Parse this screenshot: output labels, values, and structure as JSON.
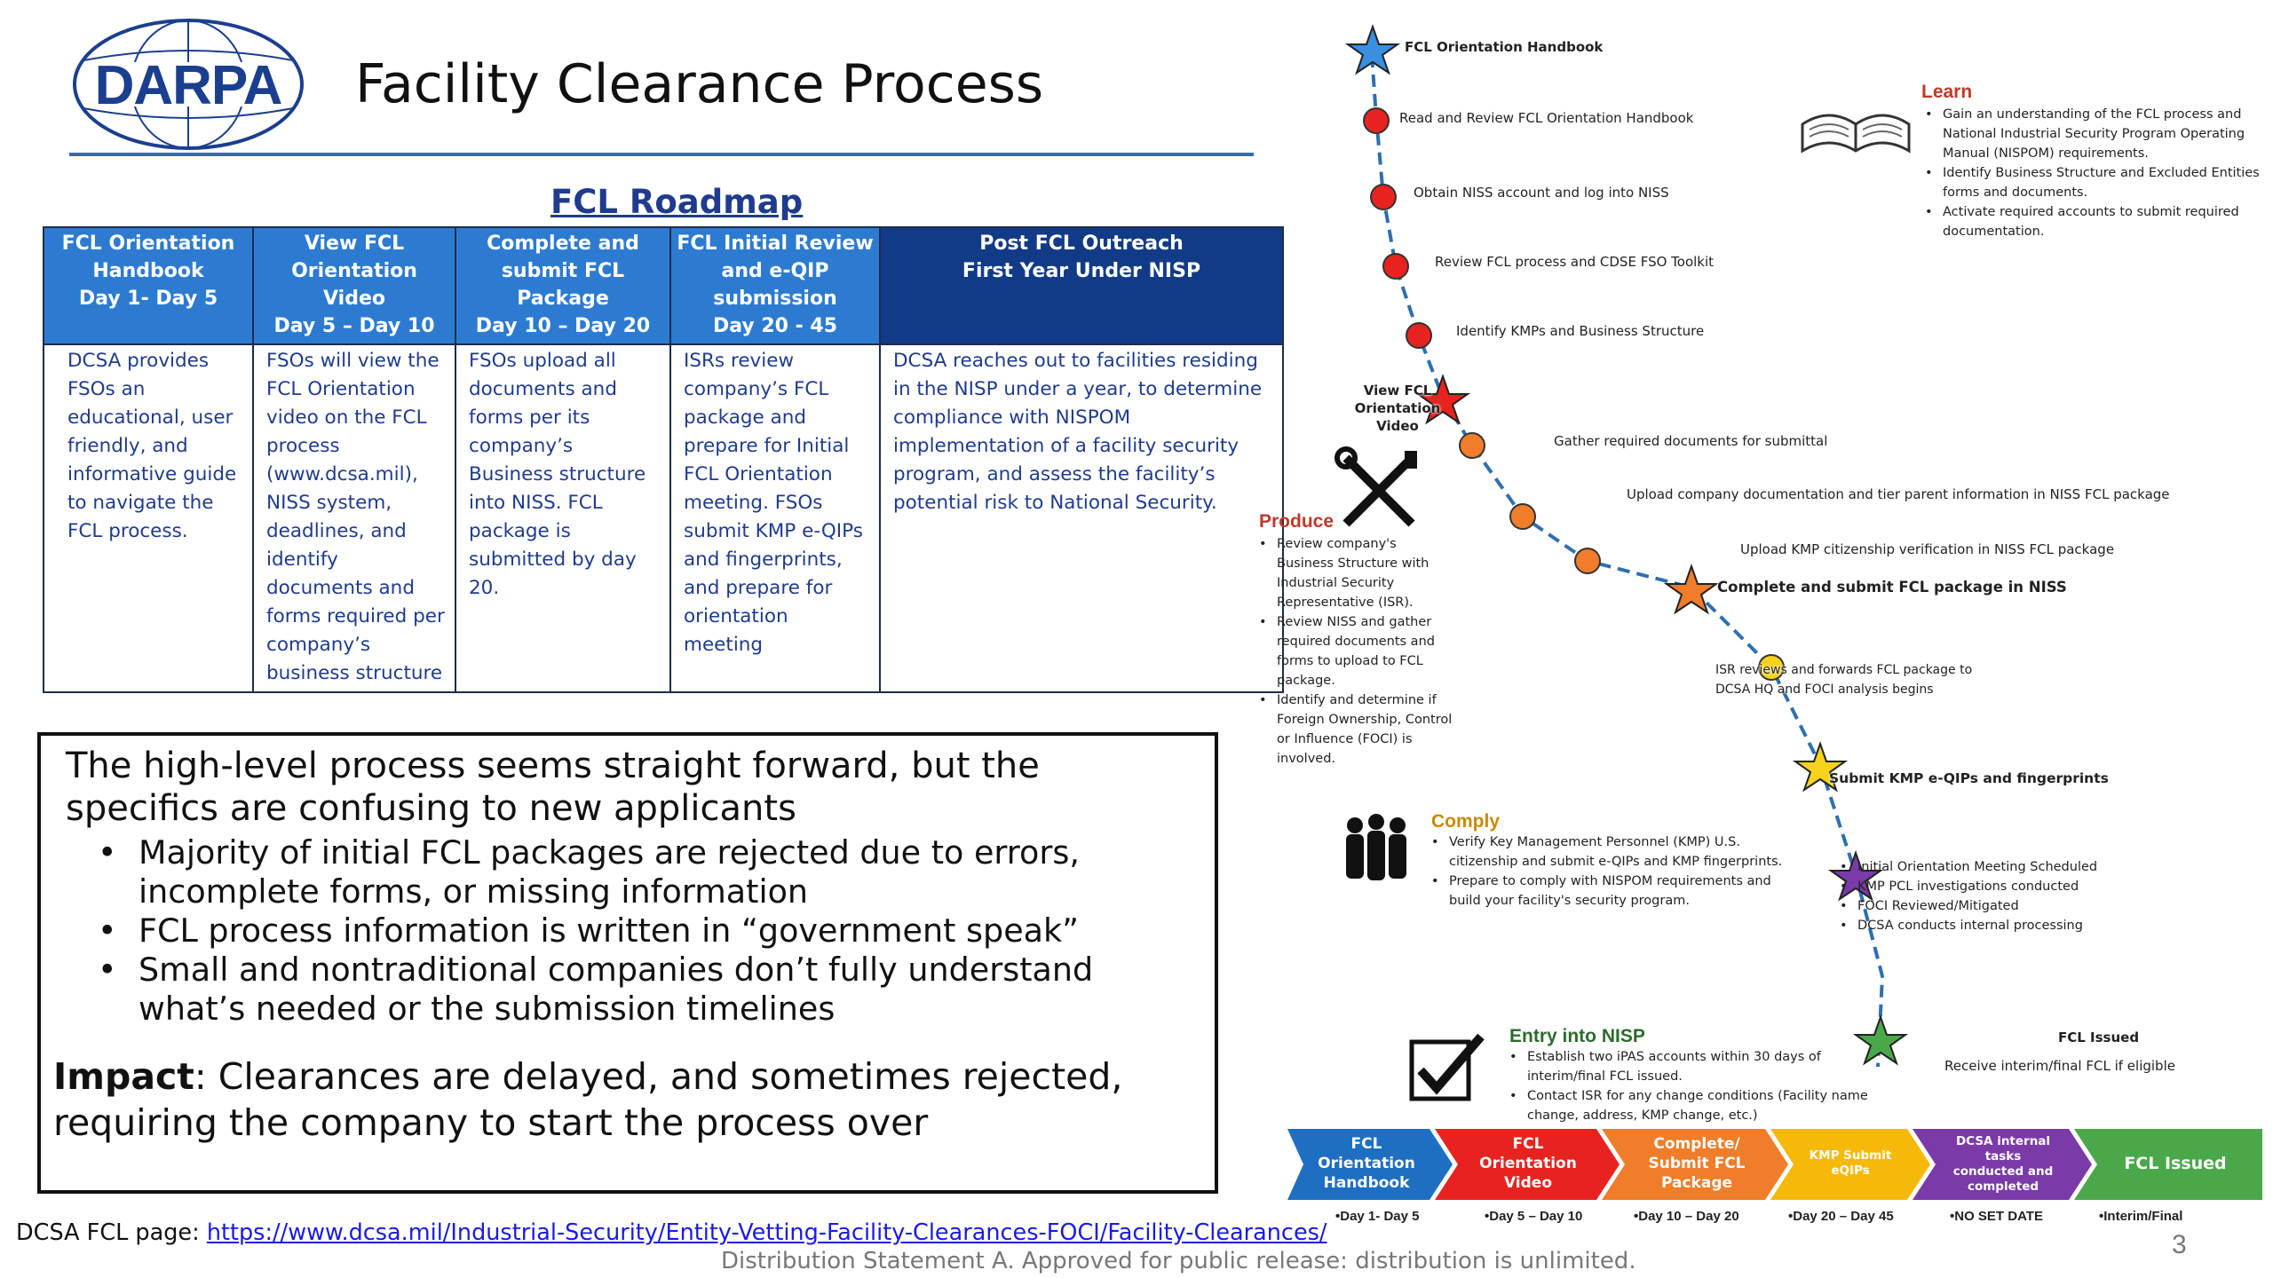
{
  "header": {
    "logo_text": "DARPA",
    "title": "Facility Clearance Process"
  },
  "roadmap": {
    "title": "FCL Roadmap",
    "columns": [
      {
        "header": [
          "FCL Orientation",
          "Handbook",
          "Day 1- Day 5"
        ],
        "body": "DCSA provides FSOs an educational, user friendly, and informative guide to navigate the FCL process."
      },
      {
        "header": [
          "View FCL",
          "Orientation",
          "Video",
          "Day 5 – Day 10"
        ],
        "body": "FSOs will view the FCL Orientation video on the FCL process (www.dcsa.mil), NISS system, deadlines, and identify documents and forms required per company’s business structure"
      },
      {
        "header": [
          "Complete and",
          "submit FCL",
          "Package",
          "Day 10 – Day 20"
        ],
        "body": "FSOs upload all documents and forms per its company’s Business structure into NISS. FCL package is submitted by day 20."
      },
      {
        "header": [
          "FCL Initial Review",
          "and e-QIP",
          "submission",
          "Day 20 - 45"
        ],
        "body": "ISRs review company’s FCL package and prepare for Initial FCL Orientation meeting. FSOs submit KMP e-QIPs and fingerprints, and prepare for orientation meeting"
      },
      {
        "header": [
          "Post FCL Outreach",
          "First Year Under NISP"
        ],
        "body": "DCSA reaches out to facilities residing in the NISP under a year, to determine compliance with NISPOM implementation of a facility security program, and assess the facility’s potential risk to National Security."
      }
    ]
  },
  "callout": {
    "lead": "The high-level process seems straight forward, but the specifics are confusing to new applicants",
    "bullets": [
      "Majority of initial FCL packages are rejected due to errors, incomplete forms, or missing information",
      "FCL process information is written in “government speak”",
      "Small and nontraditional companies don’t fully understand what’s needed or the submission timelines"
    ],
    "impact_label": "Impact",
    "impact_text": ": Clearances are delayed, and sometimes rejected, requiring the company to start the process over"
  },
  "footer": {
    "source_label": "DCSA FCL page: ",
    "source_link": "https://www.dcsa.mil/Industrial-Security/Entity-Vetting-Facility-Clearances-FOCI/Facility-Clearances/",
    "distribution": "Distribution Statement A.  Approved for public release: distribution is unlimited.",
    "page_number": "3"
  },
  "graphic": {
    "labels": {
      "fcl_orientation_handbook": "FCL Orientation Handbook",
      "read_review": "Read and Review FCL Orientation Handbook",
      "obtain_niss": "Obtain NISS account and log into NISS",
      "review_fcl": "Review FCL process and CDSE FSO Toolkit",
      "identify_kmps": "Identify KMPs and Business Structure",
      "view_fcl_video": "View FCL Orientation Video",
      "gather_docs": "Gather required documents for submittal",
      "upload_docs": "Upload company documentation and tier parent information in NISS FCL package",
      "upload_kmp": "Upload KMP citizenship verification in NISS FCL package",
      "complete_submit": "Complete and submit FCL package in NISS",
      "isr_reviews": "ISR reviews and forwards FCL package to DCSA HQ and FOCI analysis begins",
      "submit_kmp": "Submit KMP e-QIPs and fingerprints",
      "fcl_issued": "FCL Issued",
      "receive_interim": "Receive interim/final FCL if eligible"
    },
    "learn": {
      "title": "Learn",
      "items": [
        "Gain an understanding of the FCL process and National Industrial Security Program Operating Manual (NISPOM) requirements.",
        "Identify Business Structure and Excluded Entities forms and documents.",
        "Activate required accounts to submit required documentation."
      ]
    },
    "produce": {
      "title": "Produce",
      "items": [
        "Review company's Business Structure with Industrial Security Representative (ISR).",
        "Review NISS and gather required documents and forms to upload to FCL package.",
        "Identify and determine if Foreign Ownership, Control or Influence (FOCI) is involved."
      ]
    },
    "comply": {
      "title": "Comply",
      "items": [
        "Verify Key Management Personnel (KMP) U.S. citizenship and submit e-QIPs and KMP fingerprints.",
        "Prepare to comply with NISPOM requirements and build your facility's security program."
      ]
    },
    "initial_orientation": {
      "items": [
        "Initial Orientation Meeting Scheduled",
        "KMP PCL investigations conducted",
        "FOCI Reviewed/Mitigated",
        "DCSA conducts internal processing"
      ]
    },
    "entry": {
      "title": "Entry into NISP",
      "items": [
        "Establish two iPAS accounts within 30 days of interim/final FCL issued.",
        "Contact ISR for any change conditions (Facility name change, address, KMP change, etc.)"
      ]
    },
    "chevrons": [
      {
        "label": [
          "FCL",
          "Orientation",
          "Handbook"
        ],
        "date": "•Day 1- Day 5",
        "color": "#1e6fc2"
      },
      {
        "label": [
          "FCL",
          "Orientation",
          "Video"
        ],
        "date": "•Day 5 – Day 10",
        "color": "#e8231f"
      },
      {
        "label": [
          "Complete/",
          "Submit FCL",
          "Package"
        ],
        "date": "•Day 10 – Day 20",
        "color": "#ef7d2a"
      },
      {
        "label": [
          "KMP Submit",
          "eQIPs"
        ],
        "date": "•Day 20 – Day 45",
        "color": "#f6b90a"
      },
      {
        "label": [
          "DCSA internal",
          "tasks",
          "conducted and",
          "completed"
        ],
        "date": "•NO SET DATE",
        "color": "#7a3aa8"
      },
      {
        "label": [
          "FCL Issued"
        ],
        "date": "•Interim/Final",
        "color": "#4aa84a"
      }
    ]
  }
}
